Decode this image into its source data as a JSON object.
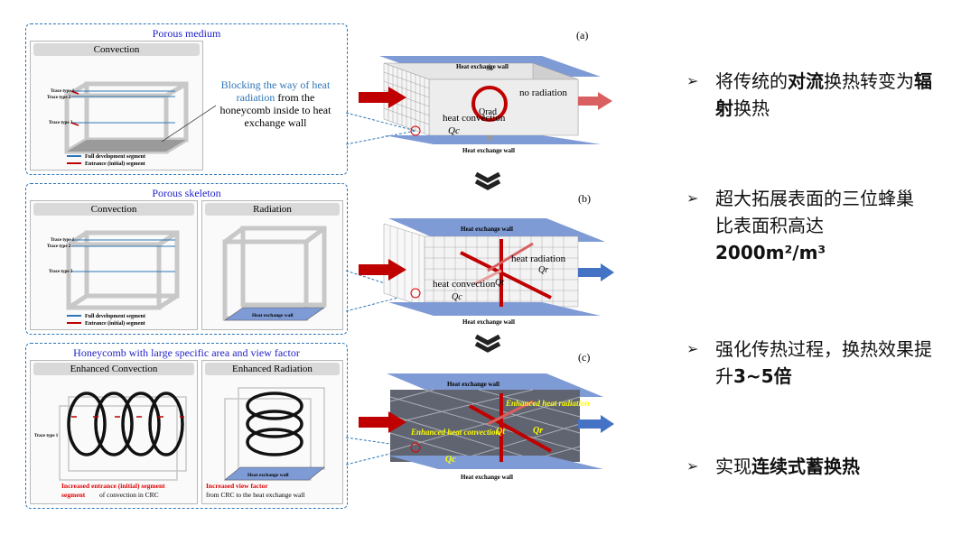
{
  "panel_a": {
    "title": "Porous medium",
    "sub_title": "Convection",
    "trace1": "Trace type 1",
    "trace2": "Trace type 2",
    "trace3": "Trace type 3",
    "legend_full": "Full development segment",
    "legend_entrance": "Entrance (initial) segment",
    "blocking_blue": "Blocking the way of heat radiation",
    "blocking_black": "from the honeycomb inside to heat exchange wall"
  },
  "panel_b": {
    "title": "Porous skeleton",
    "sub_conv": "Convection",
    "sub_rad": "Radiation",
    "trace1": "Trace type 1",
    "trace2": "Trace type 2",
    "trace3": "Trace type 3",
    "legend_full": "Full development segment",
    "legend_entrance": "Entrance (initial) segment",
    "wall_label": "Heat exchange wall"
  },
  "panel_c": {
    "title": "Honeycomb with large specific area and view factor",
    "sub_conv": "Enhanced Convection",
    "sub_rad": "Enhanced Radiation",
    "trace1": "Trace type 1",
    "conv_red": "Increased entrance (initial) segment",
    "conv_black": "of convection in CRC",
    "rad_red": "Increased view factor",
    "rad_black": "from CRC to the heat exchange wall",
    "wall_label": "Heat exchange wall"
  },
  "diagram_a": {
    "tag": "(a)",
    "wall_top": "Heat exchange wall",
    "wall_bottom": "Heat exchange wall",
    "no_radiation": "no radiation",
    "heat_convection": "heat convection",
    "q_c": "Qc",
    "q_rad": "Qrad"
  },
  "diagram_b": {
    "tag": "(b)",
    "wall_top": "Heat exchange wall",
    "wall_bottom": "Heat exchange wall",
    "heat_convection": "heat convection",
    "heat_radiation": "heat radiation",
    "q_c": "Qc",
    "q_r": "Qr",
    "q_t": "Qt"
  },
  "diagram_c": {
    "tag": "(c)",
    "wall_top": "Heat exchange wall",
    "wall_bottom": "Heat exchange wall",
    "enh_radiation": "Enhanced heat radiation",
    "enh_convection": "Enhanced heat convection",
    "q_r": "Qr",
    "q_c": "Qc",
    "q_t": "Qt"
  },
  "bullets": [
    {
      "pre": "将传统的",
      "bold": "对流",
      "post": "换热转变为",
      "bold2": "辐射",
      "post2": "换热"
    },
    {
      "pre": "超大拓展表面的三位蜂巢比表面积高达",
      "bold": "2000m²/m³",
      "post": "",
      "bold2": "",
      "post2": ""
    },
    {
      "pre": "强化传热过程，换热效果提升",
      "bold": "3~5倍",
      "post": "",
      "bold2": "",
      "post2": ""
    },
    {
      "pre": "实现",
      "bold": "连续式蓄换热",
      "post": "",
      "bold2": "",
      "post2": ""
    }
  ],
  "colors": {
    "accent_blue": "#1f1fc8",
    "arrow_red": "#c00000",
    "wall_blue": "#7f9bd6",
    "dash_blue": "#2e75b6"
  }
}
